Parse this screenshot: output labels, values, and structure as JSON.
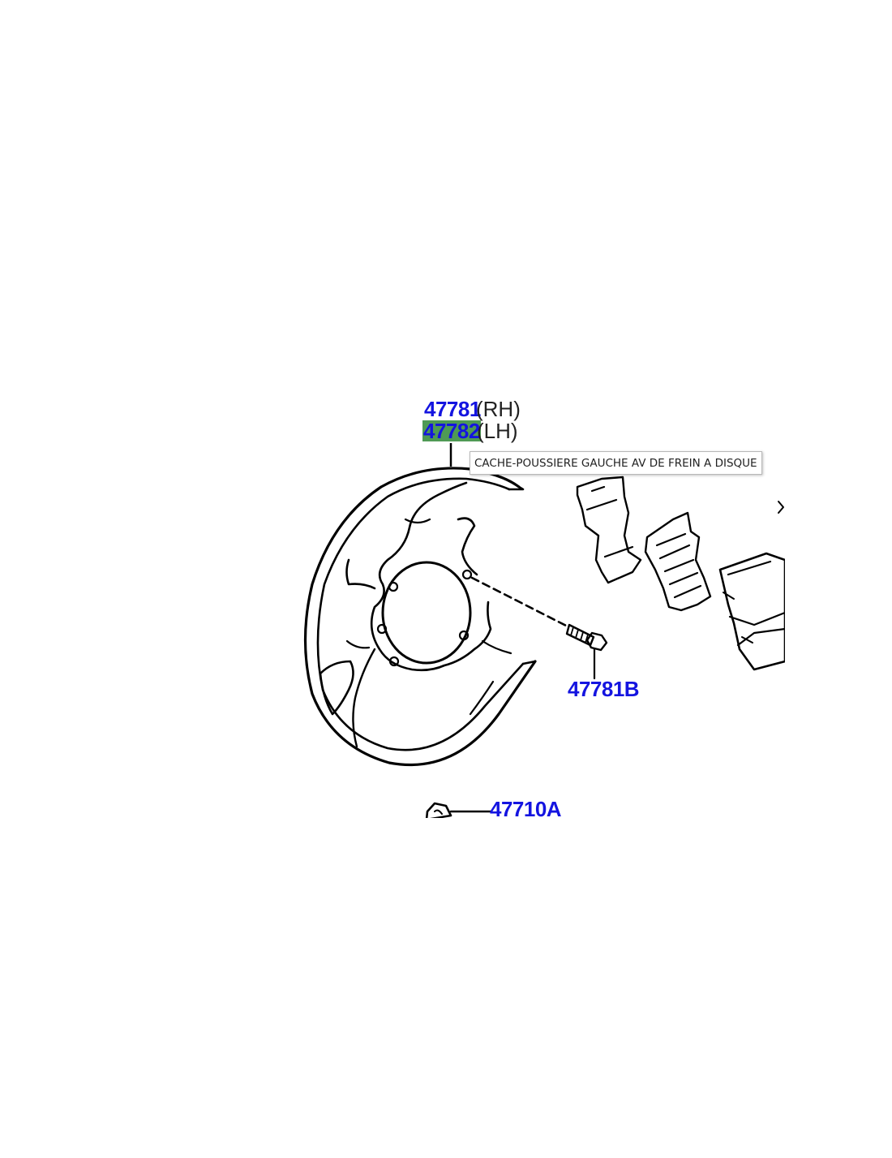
{
  "colors": {
    "label": "#1414e0",
    "highlight": "#4f9a55",
    "line": "#000000"
  },
  "parts": {
    "rh_number": "47781",
    "rh_side": "(RH)",
    "lh_number": "47782",
    "lh_side": "(LH)",
    "bolt": "47781B",
    "nut": "47710A"
  },
  "tooltip": {
    "text": "CACHE-POUSSIERE GAUCHE AV DE FREIN A DISQUE"
  }
}
